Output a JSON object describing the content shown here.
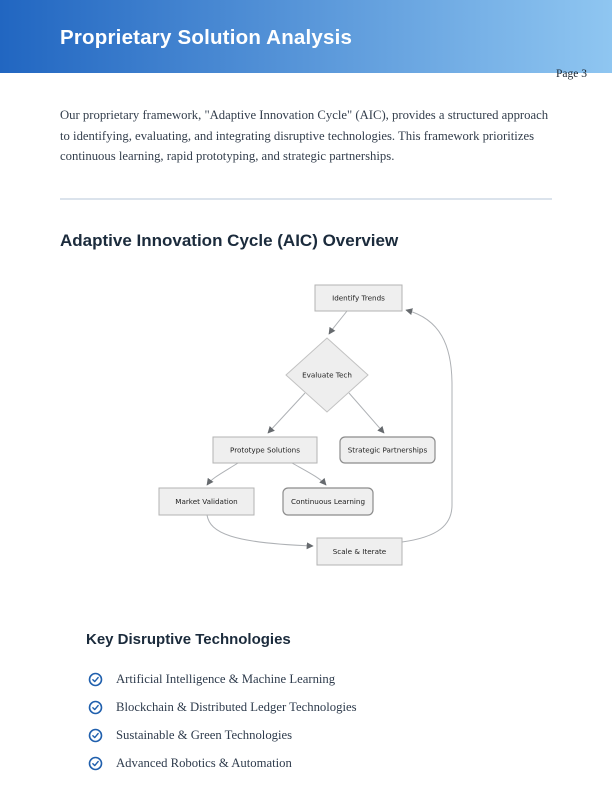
{
  "header": {
    "title": "Proprietary Solution Analysis",
    "page_label": "Page 3"
  },
  "intro": {
    "text": "Our proprietary framework, \"Adaptive Innovation Cycle\" (AIC), provides a structured approach to identifying, evaluating, and integrating disruptive technologies. This framework prioritizes continuous learning, rapid prototyping, and strategic partnerships."
  },
  "overview_section": {
    "heading": "Adaptive Innovation Cycle (AIC) Overview"
  },
  "diagram": {
    "type": "flowchart",
    "nodes": [
      {
        "id": "identify",
        "label": "Identify Trends",
        "shape": "rect"
      },
      {
        "id": "evaluate",
        "label": "Evaluate Tech",
        "shape": "diamond"
      },
      {
        "id": "prototype",
        "label": "Prototype Solutions",
        "shape": "rect"
      },
      {
        "id": "strategic",
        "label": "Strategic Partnerships",
        "shape": "rounded-rect"
      },
      {
        "id": "market",
        "label": "Market Validation",
        "shape": "rect"
      },
      {
        "id": "continuous",
        "label": "Continuous Learning",
        "shape": "rounded-rect"
      },
      {
        "id": "scale",
        "label": "Scale & Iterate",
        "shape": "rect"
      }
    ],
    "edges": [
      {
        "from": "identify",
        "to": "evaluate"
      },
      {
        "from": "evaluate",
        "to": "prototype"
      },
      {
        "from": "evaluate",
        "to": "strategic"
      },
      {
        "from": "prototype",
        "to": "market"
      },
      {
        "from": "prototype",
        "to": "continuous"
      },
      {
        "from": "market",
        "to": "scale"
      },
      {
        "from": "scale",
        "to": "identify"
      }
    ]
  },
  "tech_section": {
    "heading": "Key Disruptive Technologies",
    "items": [
      {
        "label": "Artificial Intelligence & Machine Learning"
      },
      {
        "label": "Blockchain & Distributed Ledger Technologies"
      },
      {
        "label": "Sustainable & Green Technologies"
      },
      {
        "label": "Advanced Robotics & Automation"
      }
    ]
  },
  "colors": {
    "header_gradient_left": "#2166c1",
    "header_gradient_right": "#8fc6f1",
    "accent_blue": "#1f5fad",
    "node_fill": "#efefef",
    "divider": "#dbe3ec",
    "body_text": "#333e4c",
    "heading_text": "#1b2b3c"
  }
}
